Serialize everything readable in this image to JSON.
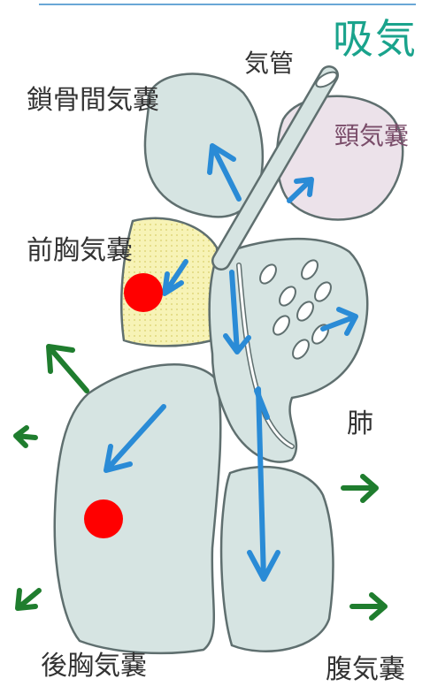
{
  "title": "吸気",
  "labels": {
    "trachea": "気管",
    "clavicular": "鎖骨間気嚢",
    "cervical": "頸気嚢",
    "anterior_thoracic": "前胸気嚢",
    "lung": "肺",
    "posterior_thoracic": "後胸気嚢",
    "abdominal": "腹気嚢"
  },
  "colors": {
    "title": "#1aa38c",
    "outline": "#5f6f6f",
    "sac_fill": "#d6e4e2",
    "cervical_fill": "#ece2ea",
    "anterior_fill": "#f7f3b6",
    "flow_arrow": "#2a8bd6",
    "expansion_arrow": "#1f7d2e",
    "marker": "#ff0000"
  }
}
